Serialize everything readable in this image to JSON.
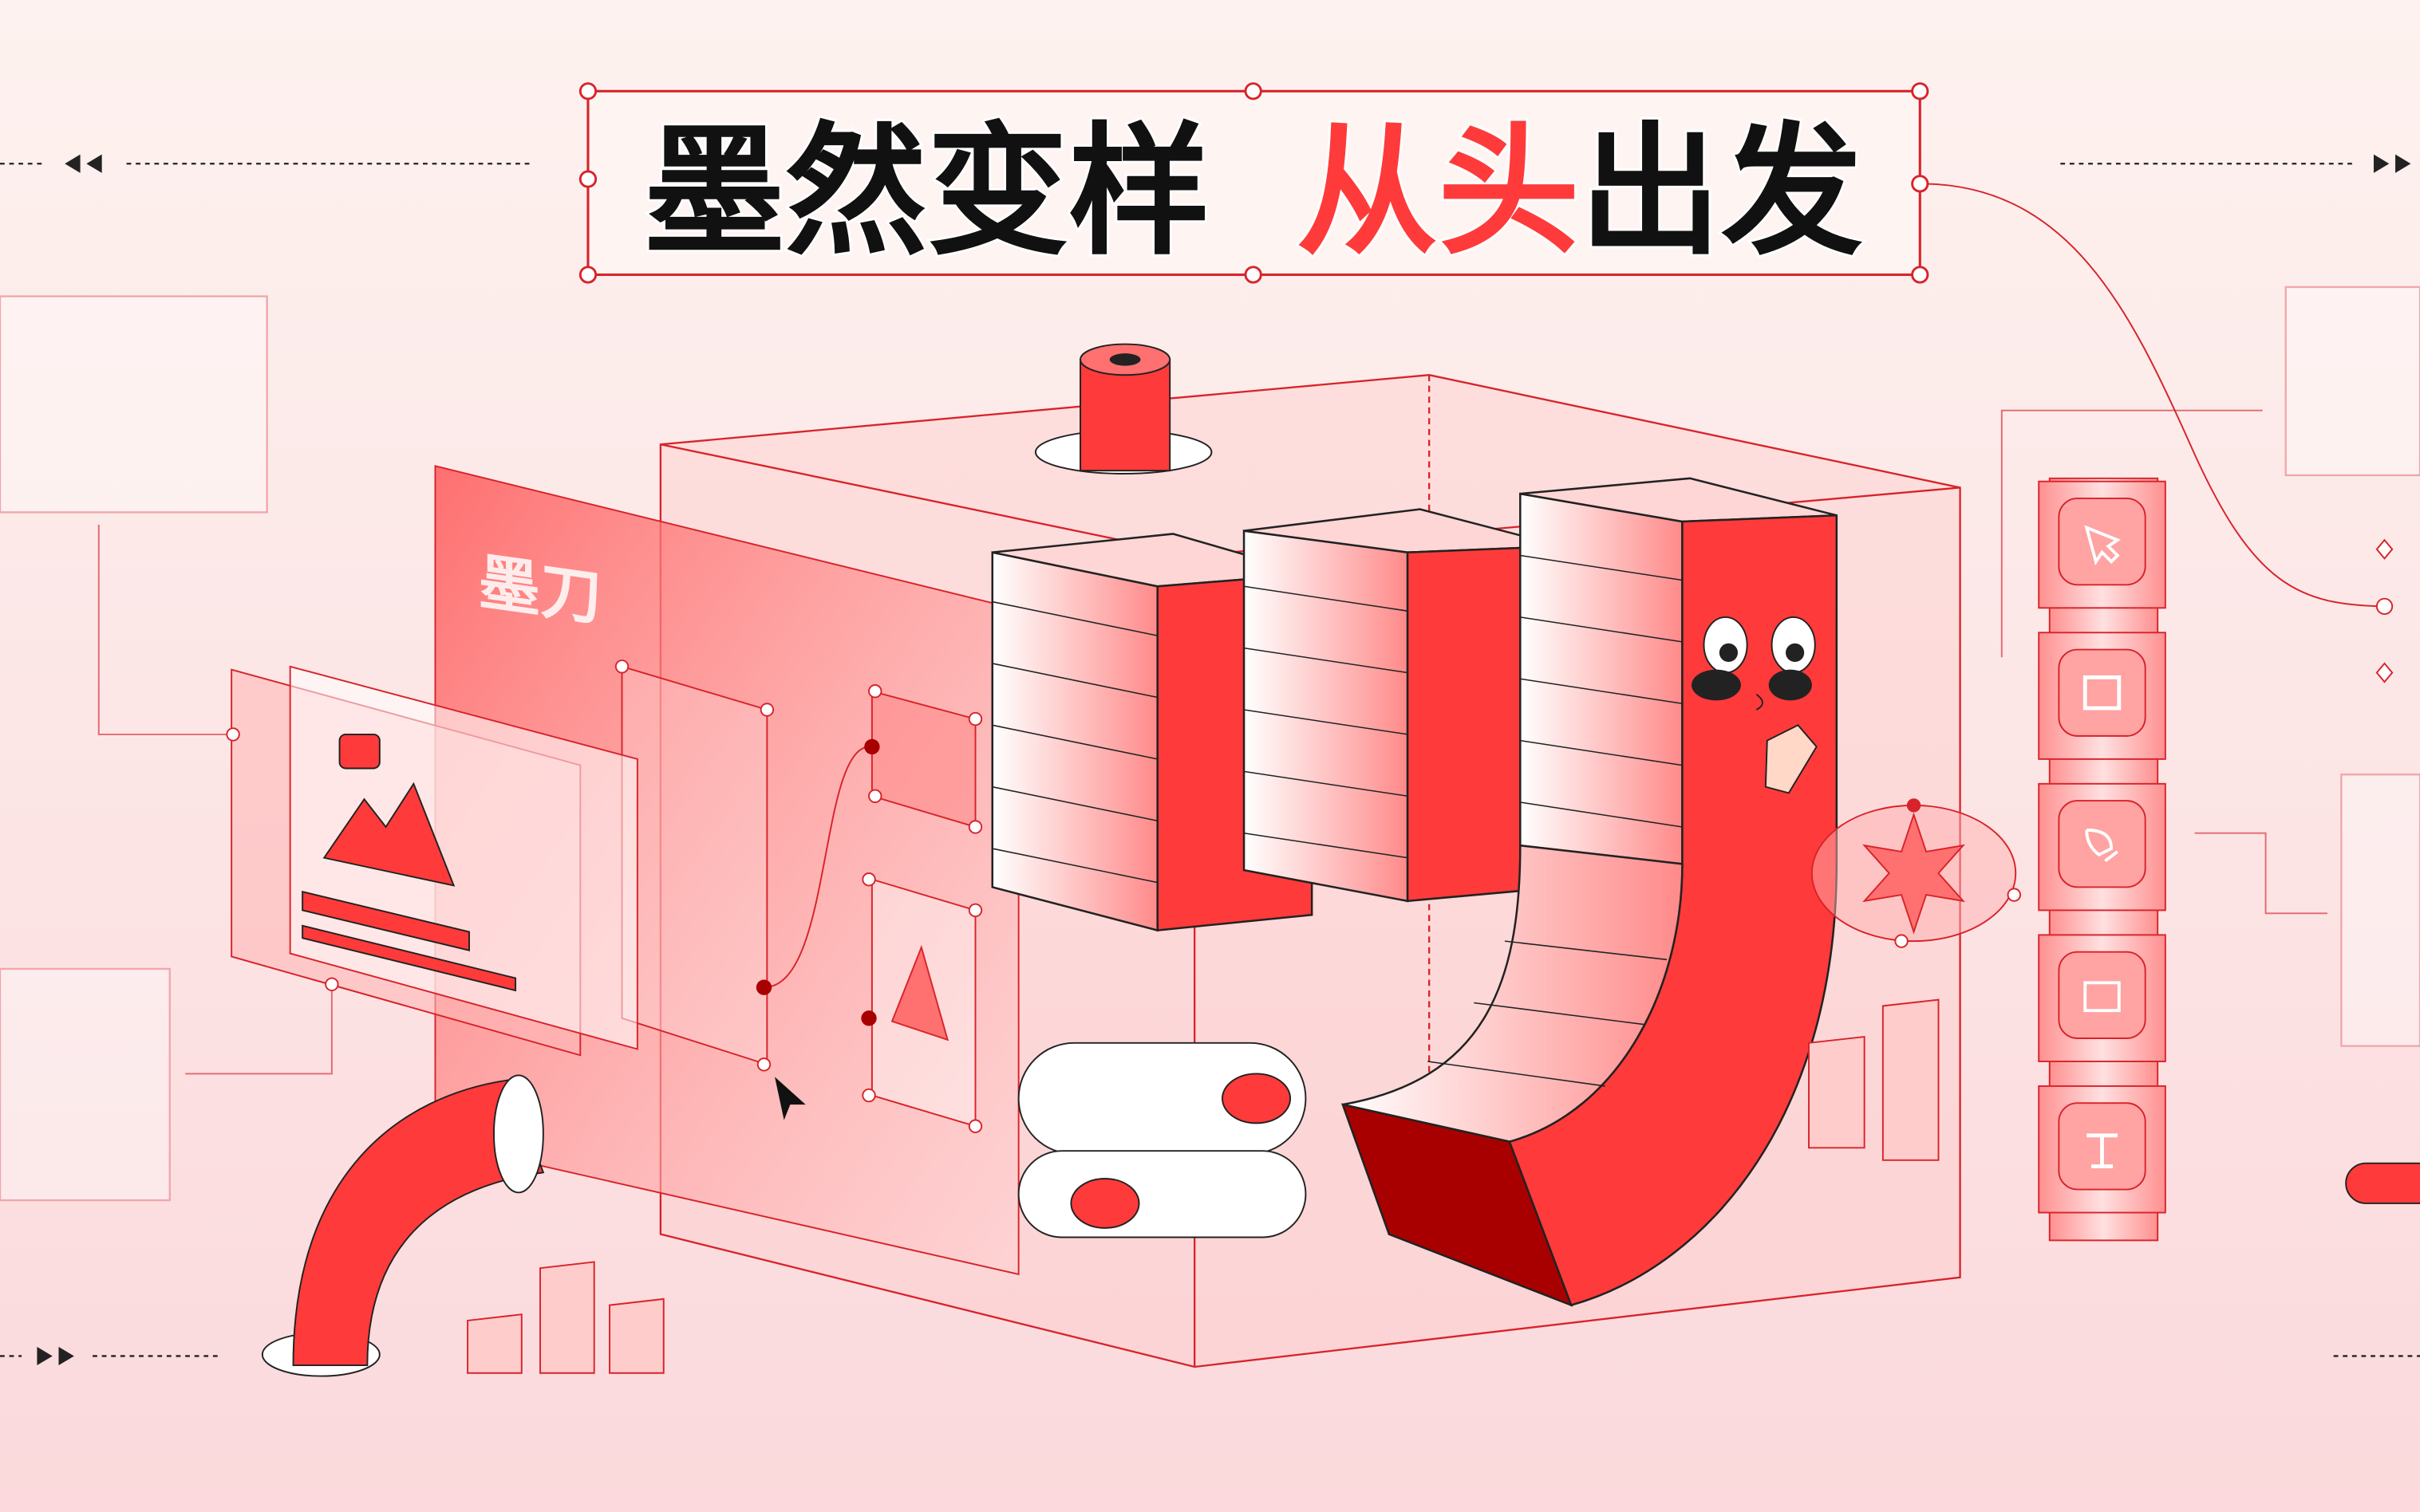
{
  "banner": {
    "title_part1": "墨然变样",
    "title_part2_red": "从头",
    "title_part3": "出发",
    "logo_text": "墨刀"
  },
  "toolbar": {
    "tools": [
      {
        "icon": "cursor-icon"
      },
      {
        "icon": "rectangle-icon"
      },
      {
        "icon": "pen-icon"
      },
      {
        "icon": "frame-icon"
      },
      {
        "icon": "text-icon"
      }
    ]
  },
  "colors": {
    "accent": "#ff3a3a",
    "dark_red": "#a80000",
    "line": "#d8232a",
    "background": "#fdeeee",
    "title_black": "#111111"
  }
}
